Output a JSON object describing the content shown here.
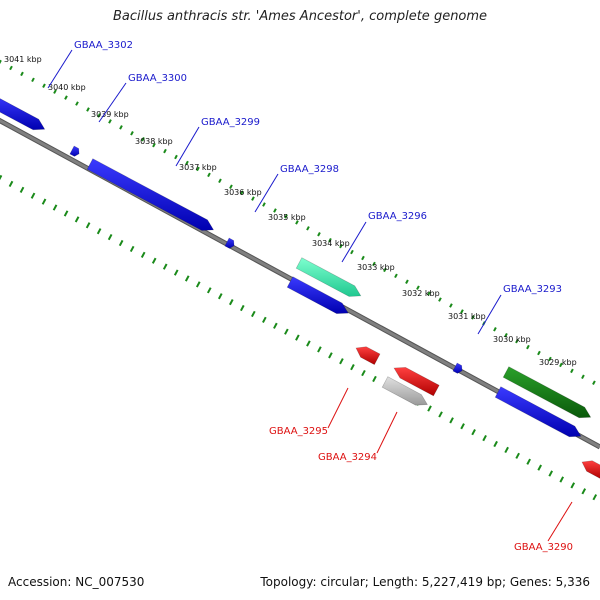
{
  "title": "Bacillus anthracis str. 'Ames Ancestor', complete genome",
  "footer": {
    "accession": "Accession: NC_007530",
    "summary": "Topology: circular; Length: 5,227,419 bp; Genes: 5,336"
  },
  "colors": {
    "forward_gene": "#1010e0",
    "reverse_gene": "#ee1010",
    "backbone": "#808080",
    "gc_tick": "#1a8a1a",
    "label_forward": "#1a1acc",
    "label_reverse": "#dd1111"
  },
  "scale_labels": [
    "3041 kbp",
    "3040 kbp",
    "3039 kbp",
    "3038 kbp",
    "3037 kbp",
    "3036 kbp",
    "3035 kbp",
    "3034 kbp",
    "3033 kbp",
    "3032 kbp",
    "3031 kbp",
    "3030 kbp",
    "3029 kbp"
  ],
  "gene_labels": [
    {
      "text": "GBAA_3302",
      "strand": "forward"
    },
    {
      "text": "GBAA_3300",
      "strand": "forward"
    },
    {
      "text": "GBAA_3299",
      "strand": "forward"
    },
    {
      "text": "GBAA_3298",
      "strand": "forward"
    },
    {
      "text": "GBAA_3296",
      "strand": "forward"
    },
    {
      "text": "GBAA_3293",
      "strand": "forward"
    },
    {
      "text": "GBAA_3295",
      "strand": "reverse"
    },
    {
      "text": "GBAA_3294",
      "strand": "reverse"
    },
    {
      "text": "GBAA_3290",
      "strand": "reverse"
    }
  ]
}
